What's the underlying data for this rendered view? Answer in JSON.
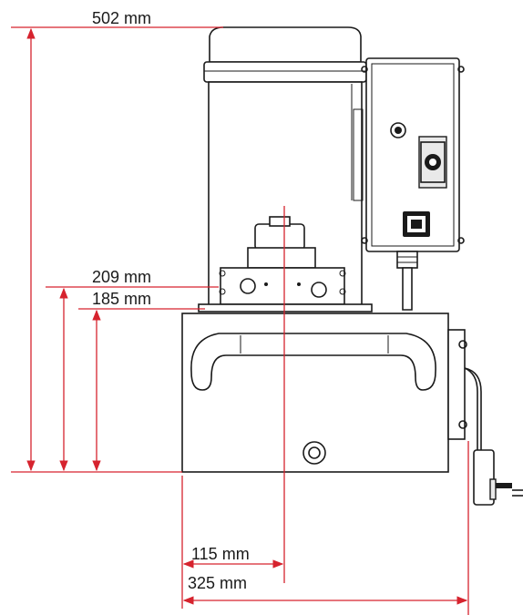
{
  "dimensions": {
    "total_height": "502 mm",
    "height_209": "209 mm",
    "height_185": "185 mm",
    "width_115": "115 mm",
    "width_325": "325 mm"
  },
  "colors": {
    "dimension_line": "#d6232e",
    "outline": "#1a1a1a",
    "background": "#ffffff"
  }
}
